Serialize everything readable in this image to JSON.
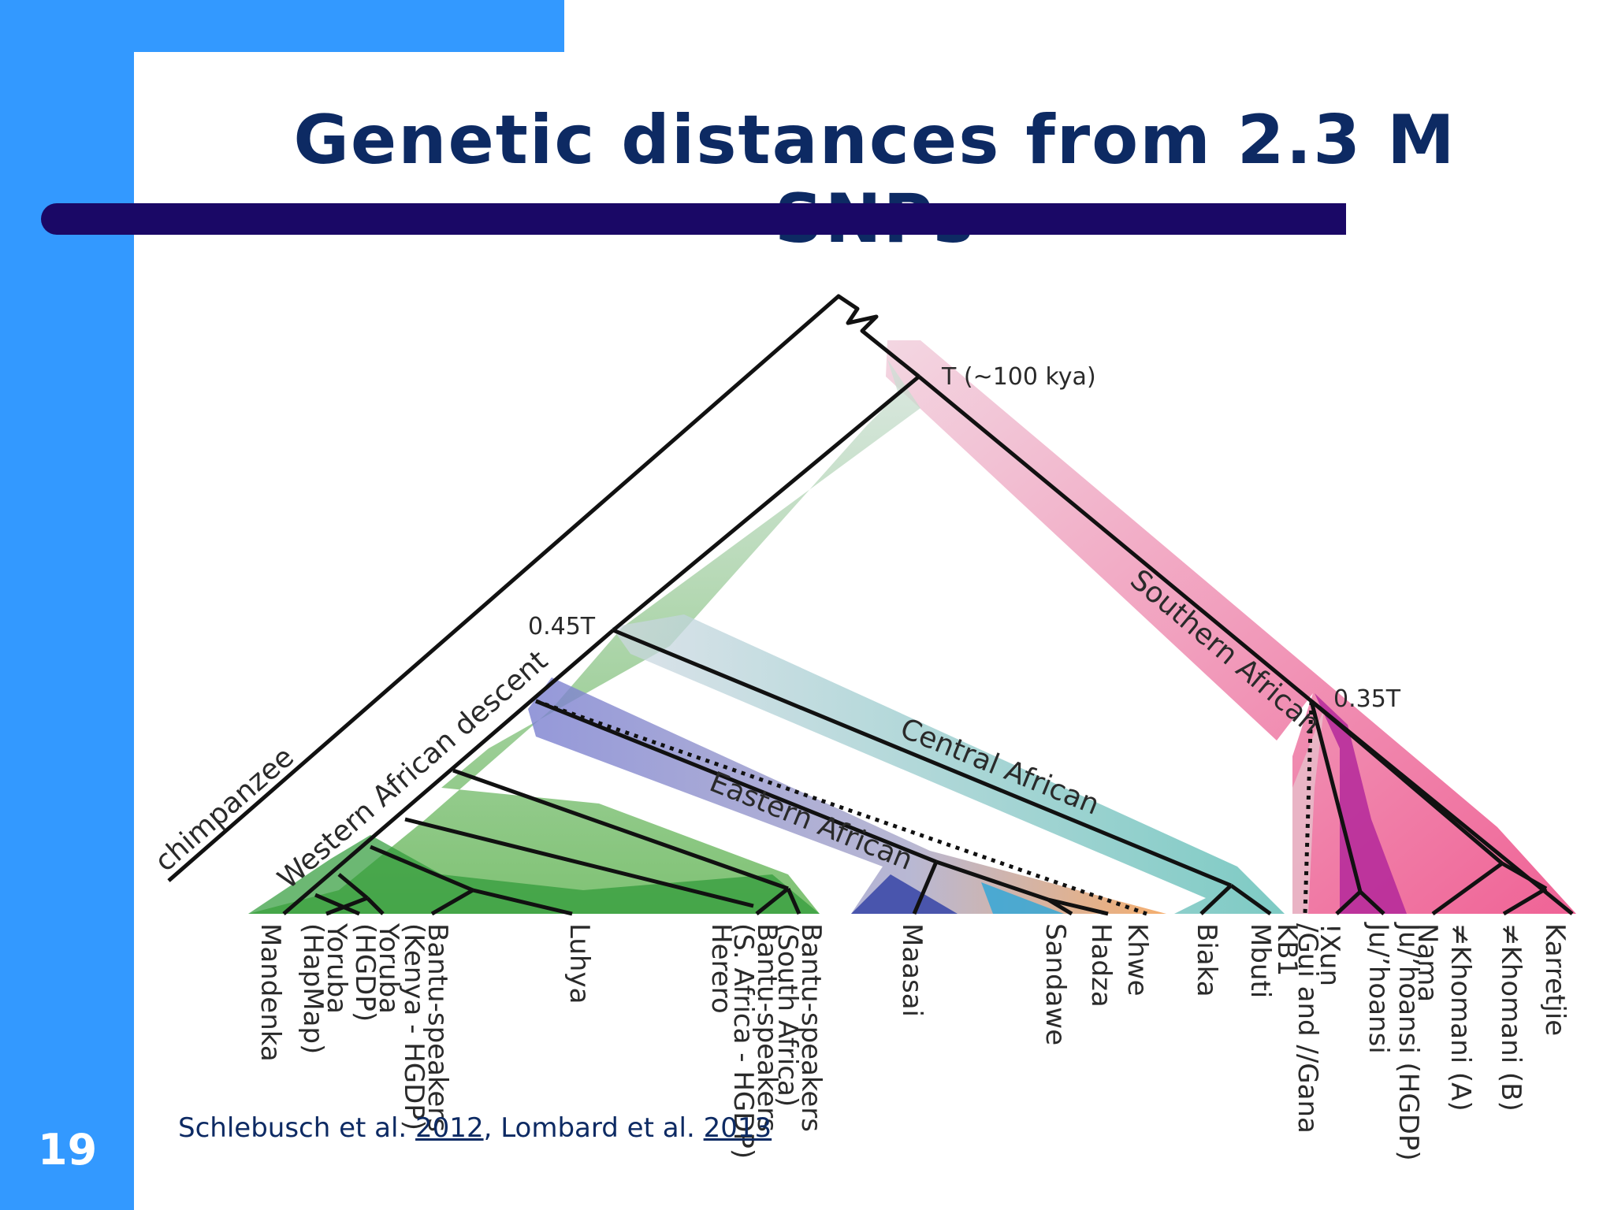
{
  "slide": {
    "title": "Genetic distances from 2.3 M SNPs",
    "page_number": "19",
    "colors": {
      "sidebar": "#3399ff",
      "title": "#0d2a63",
      "rule": "#1a0866"
    }
  },
  "citation": {
    "authors1": "Schlebusch et al. ",
    "year1": "2012",
    "sep": ", ",
    "authors2": "Lombard et al. ",
    "year2": "2013"
  },
  "tree": {
    "outgroup": "chimpanzee",
    "node_labels": {
      "root": "T (~100 kya)",
      "west_central_east": "0.45T",
      "southern": "0.35T"
    },
    "group_labels": {
      "western": "Western African descent",
      "central": "Central African",
      "eastern": "Eastern African",
      "southern": "Southern African"
    },
    "group_colors": {
      "western": "#4caa3c",
      "central": "#7fb8bd",
      "eastern": "#5c63b8",
      "southern": "#e8447c"
    },
    "populations": {
      "mandenka": "Mandenka",
      "yoruba_hapmap_1": "Yoruba",
      "yoruba_hapmap_2": "(HapMap)",
      "yoruba_hgdp_1": "Yoruba",
      "yoruba_hgdp_2": "(HGDP)",
      "bantu_kenya_1": "Bantu-speakers",
      "bantu_kenya_2": "(Kenya - HGDP)",
      "luhya": "Luhya",
      "herero": "Herero",
      "bantu_safrica_hgdp_1": "Bantu-speakers",
      "bantu_safrica_hgdp_2": "(S. Africa - HGDP)",
      "bantu_south_africa_1": "Bantu-speakers",
      "bantu_south_africa_2": "(South Africa)",
      "maasai": "Maasai",
      "sandawe": "Sandawe",
      "hadza": "Hadza",
      "khwe": "Khwe",
      "biaka": "Biaka",
      "mbuti": "Mbuti",
      "kb1": "KB1",
      "gui_gana": "/Gui and //Gana",
      "xun": "!Xun",
      "juhoansi": "Ju/’hoansi",
      "juhoansi_hgdp": "Ju/’hoansi (HGDP)",
      "nama": "Nama",
      "khomani_a": "≠Khomani (A)",
      "khomani_b": "≠Khomani (B)",
      "karretjie": "Karretjie"
    }
  }
}
